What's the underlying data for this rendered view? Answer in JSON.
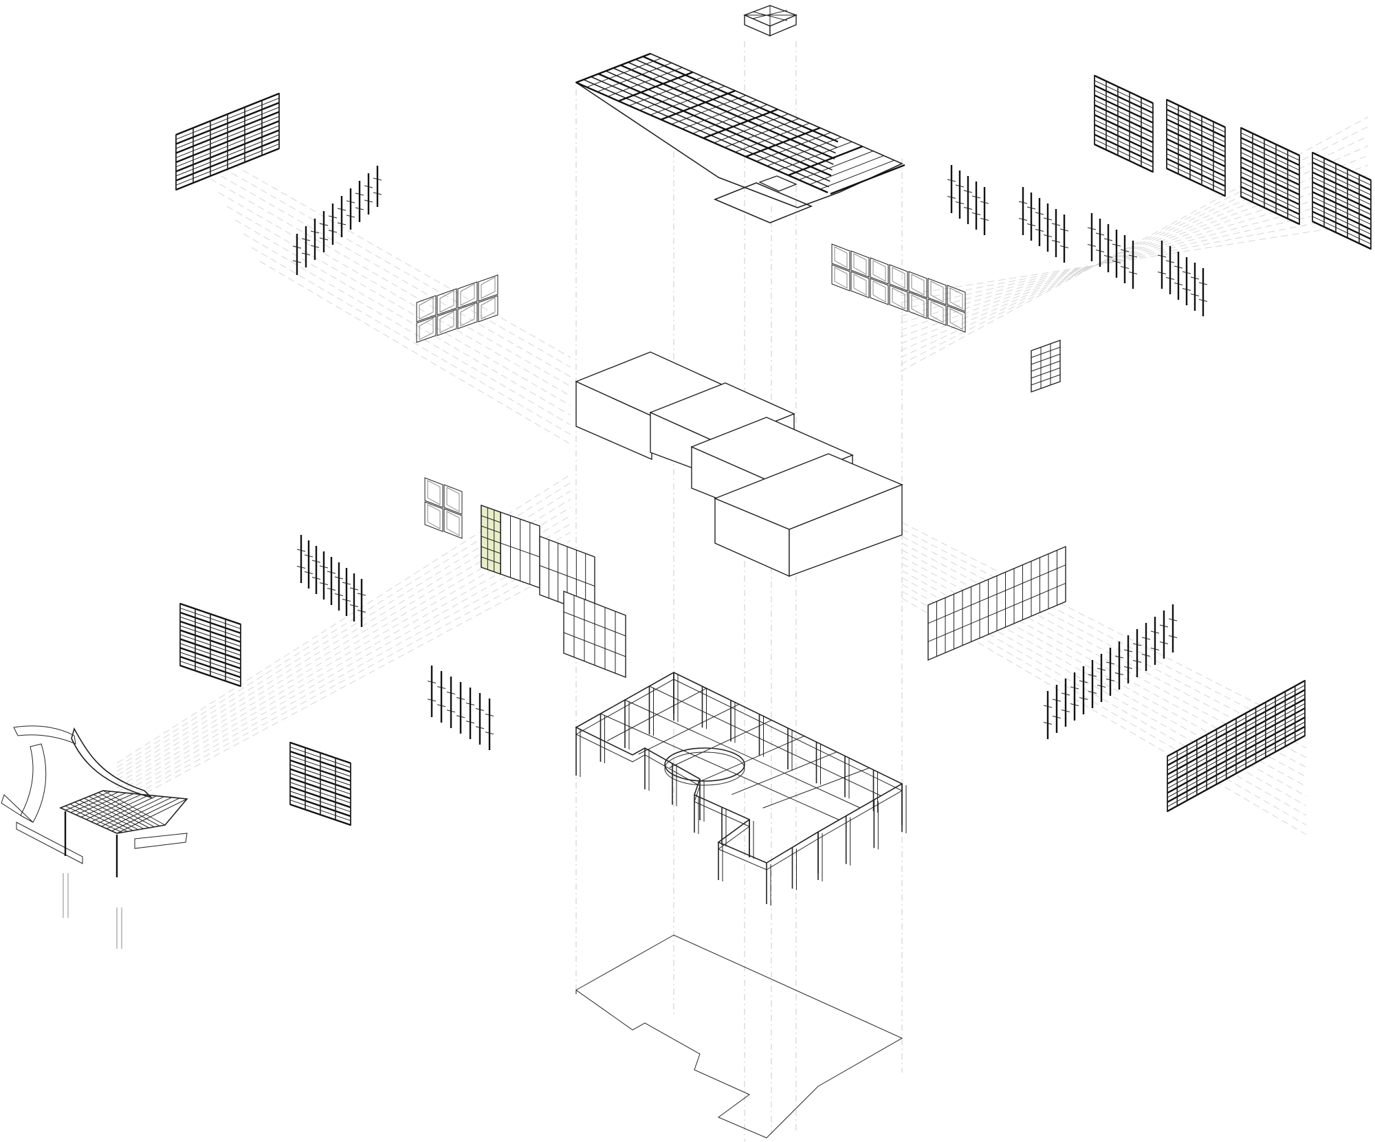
{
  "diagram": {
    "components": [
      {
        "name": "roof-truss-grid",
        "icon": "roof-framing-icon"
      },
      {
        "name": "skylight-cap",
        "icon": "skylight-icon"
      },
      {
        "name": "volume-massing",
        "icon": "box-massing-icon"
      },
      {
        "name": "structural-frame",
        "icon": "column-beam-frame-icon"
      },
      {
        "name": "ground-slab",
        "icon": "floor-plate-icon"
      },
      {
        "name": "canopy-assembly",
        "icon": "canopy-icon"
      },
      {
        "name": "facade-screen-panels",
        "icon": "perforated-panel-icon"
      },
      {
        "name": "mullion-sets",
        "icon": "mullion-icon"
      },
      {
        "name": "glazing-frames",
        "icon": "window-frame-icon"
      }
    ],
    "colors": {
      "line": "#222222",
      "guide": "#c9c9c9",
      "background": "#ffffff",
      "accent-glass": "#e8efc8"
    }
  }
}
